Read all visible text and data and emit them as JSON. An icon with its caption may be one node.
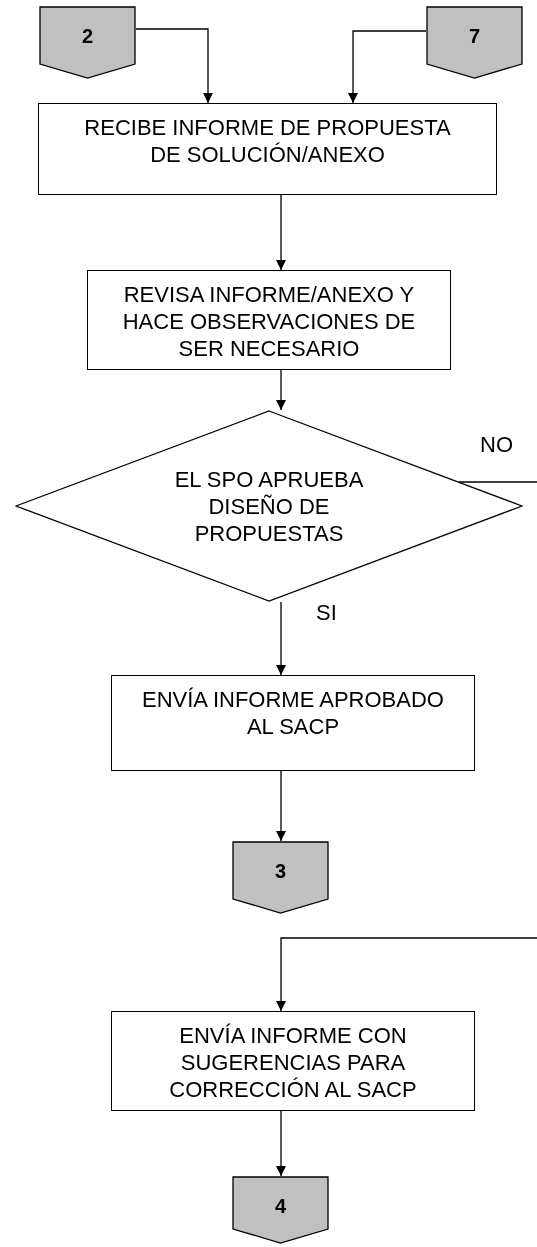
{
  "diagram": {
    "nodes": [
      {
        "text": [
          "2"
        ]
      },
      {
        "text": [
          "7"
        ]
      },
      {
        "text": [
          "RECIBE INFORME DE PROPUESTA DE SOLUCIÓN/ANEXO"
        ]
      },
      {
        "text": [
          "REVISA INFORME/ANEXO Y HACE OBSERVACIONES DE SER NECESARIO"
        ]
      },
      {
        "text": [
          "EL SPO APRUEBA DISEÑO DE PROPUESTAS"
        ]
      },
      {
        "text": [
          "ENVÍA INFORME APROBADO AL SACP"
        ]
      },
      {
        "text": [
          "3"
        ]
      },
      {
        "text": [
          "ENVÍA INFORME CON SUGERENCIAS PARA CORRECCIÓN AL SACP"
        ]
      },
      {
        "text": [
          "4"
        ]
      }
    ],
    "edges": [
      {
        "from": 0,
        "to": 2,
        "arrow": "to"
      },
      {
        "from": 1,
        "to": 2,
        "arrow": "to"
      },
      {
        "from": 2,
        "to": 3,
        "arrow": "to"
      },
      {
        "from": 3,
        "to": 4,
        "arrow": "to"
      },
      {
        "from": 4,
        "to": null,
        "arrow": "none",
        "label": "NO"
      },
      {
        "from": 4,
        "to": 5,
        "arrow": "to",
        "label": "SI"
      },
      {
        "from": 5,
        "to": 6,
        "arrow": "to"
      },
      {
        "from": null,
        "to": 7,
        "arrow": "to"
      },
      {
        "from": 7,
        "to": 8,
        "arrow": "to"
      }
    ]
  }
}
